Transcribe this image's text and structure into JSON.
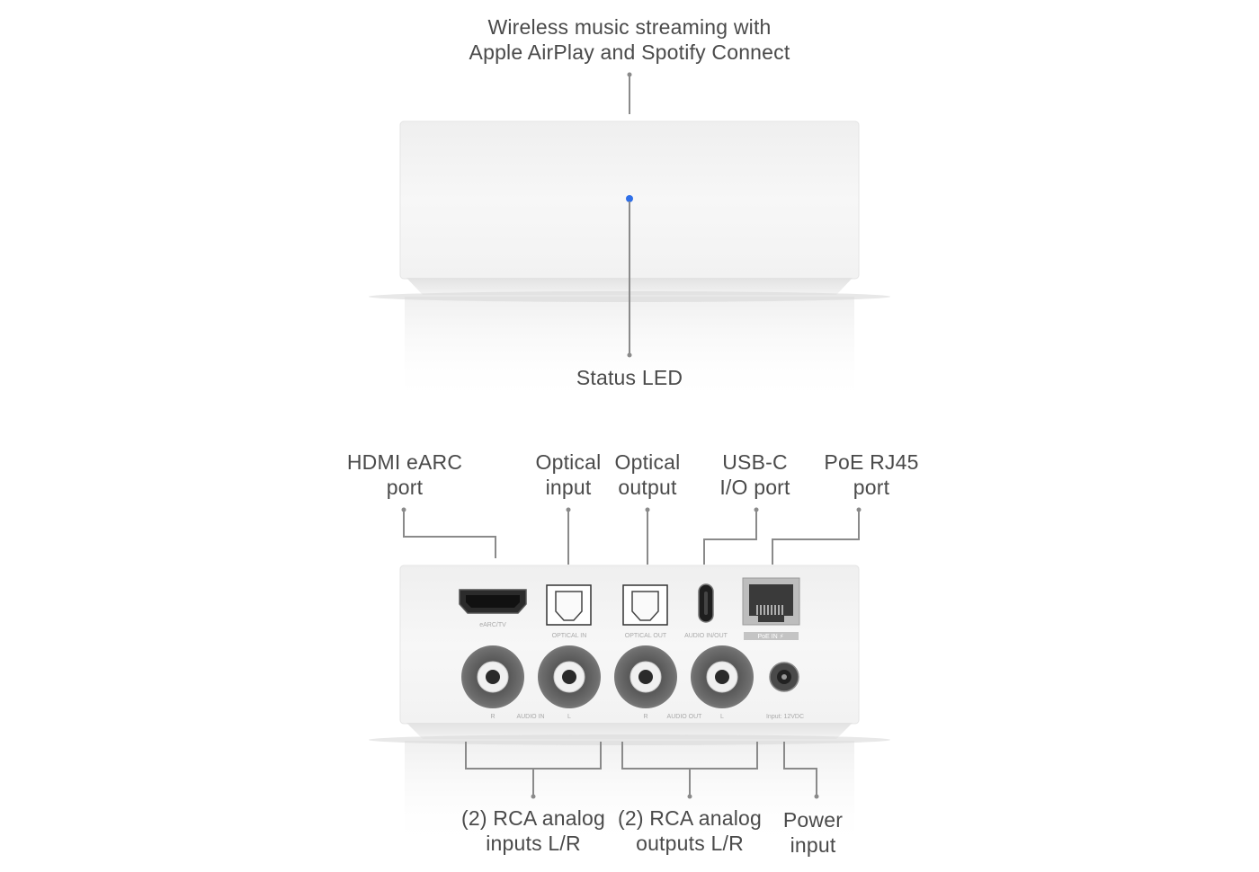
{
  "top_callouts": {
    "streaming": [
      "Wireless music streaming with",
      "Apple AirPlay and Spotify Connect"
    ],
    "status_led": [
      "Status LED"
    ]
  },
  "rear_callouts": {
    "hdmi": [
      "HDMI eARC",
      "port"
    ],
    "optical_in": [
      "Optical",
      "input"
    ],
    "optical_out": [
      "Optical",
      "output"
    ],
    "usb_c": [
      "USB-C",
      "I/O port"
    ],
    "poe": [
      "PoE RJ45",
      "port"
    ],
    "rca_in": [
      "(2) RCA analog",
      "inputs L/R"
    ],
    "rca_out": [
      "(2) RCA analog",
      "outputs L/R"
    ],
    "power": [
      "Power",
      "input"
    ]
  },
  "panel_markings": {
    "earc": "eARC/TV",
    "optical_in": "OPTICAL IN",
    "optical_out": "OPTICAL OUT",
    "usb": "AUDIO IN/OUT",
    "poe": "PoE IN ⚡",
    "rca_in_r": "R",
    "rca_in_label": "AUDIO IN",
    "rca_in_l": "L",
    "rca_out_r": "R",
    "rca_out_label": "AUDIO OUT",
    "rca_out_l": "L",
    "power": "Input: 12VDC"
  },
  "colors": {
    "led": "#2f6fe8",
    "leader_line": "#8a8a8a",
    "device_body": "#f4f4f4"
  }
}
